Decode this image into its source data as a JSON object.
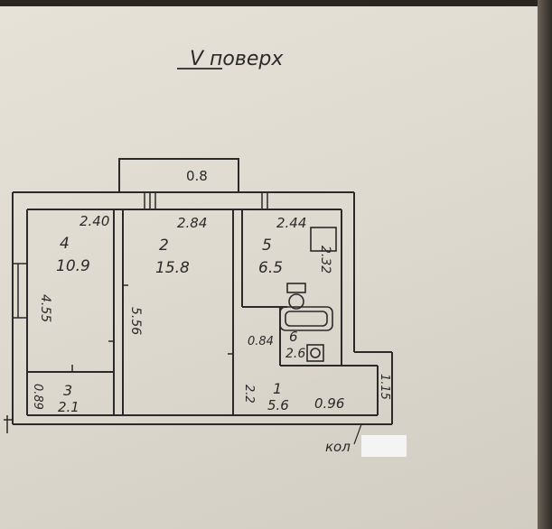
{
  "title": "V поверх",
  "balcony": {
    "width": "0.8"
  },
  "rooms": [
    {
      "id": "4",
      "area": "10.9",
      "top_dim": "2.40",
      "side_dim": "4.55"
    },
    {
      "id": "2",
      "area": "15.8",
      "top_dim": "2.84",
      "side_dim": "5.56"
    },
    {
      "id": "5",
      "area": "6.5",
      "top_dim": "2.44",
      "side_dim": "2.32"
    },
    {
      "id": "3",
      "area": "2.1",
      "side_dim": "0.89"
    },
    {
      "id": "1",
      "area": "5.6",
      "side_dim": "2.2",
      "right_dim": "0.96"
    },
    {
      "id": "6",
      "area": "2.6",
      "side_dim": "0.84"
    }
  ],
  "corner_dim": "1.15",
  "footer_label": "кол"
}
